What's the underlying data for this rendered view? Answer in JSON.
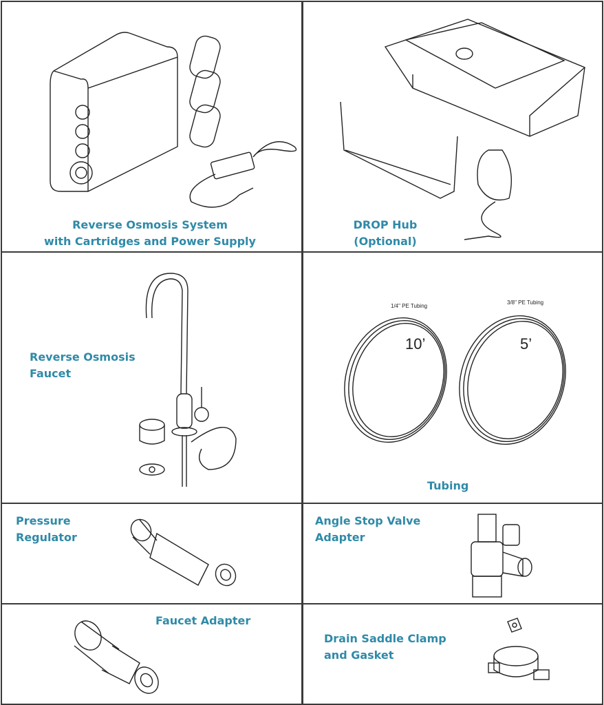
{
  "items": [
    {
      "label_line1": "Reverse Osmosis System",
      "label_line2": "with Cartridges and Power Supply"
    },
    {
      "label_line1": "DROP Hub",
      "label_line2": "(Optional)"
    },
    {
      "label_line1": "Reverse Osmosis",
      "label_line2": "Faucet"
    },
    {
      "label": "Tubing",
      "tube_a_name": "1/4\" PE Tubing",
      "tube_a_length": "10’",
      "tube_b_name": "3/8\" PE Tubing",
      "tube_b_length": "5’"
    },
    {
      "label_line1": "Pressure",
      "label_line2": "Regulator"
    },
    {
      "label_line1": "Angle Stop Valve",
      "label_line2": "Adapter"
    },
    {
      "label": "Faucet Adapter"
    },
    {
      "label_line1": "Drain Saddle Clamp",
      "label_line2": "and Gasket"
    }
  ],
  "colors": {
    "label": "#2f8aa8",
    "border": "#3a3a3a"
  }
}
